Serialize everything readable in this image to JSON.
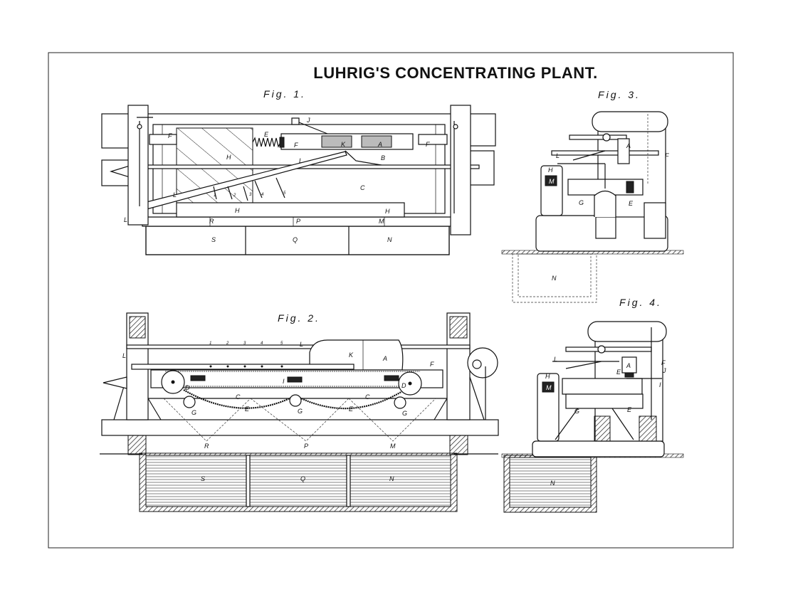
{
  "plate": {
    "title": "LUHRIG'S CONCENTRATING PLANT."
  },
  "figures": {
    "fig1": {
      "label": "Fig. 1.",
      "letters": [
        "F",
        "E",
        "F",
        "K",
        "A",
        "F",
        "J",
        "H",
        "L",
        "B",
        "C",
        "L",
        "L",
        "1",
        "2",
        "3",
        "4",
        "5",
        "H",
        "H",
        "R",
        "P",
        "M",
        "S",
        "Q",
        "N"
      ]
    },
    "fig2": {
      "label": "Fig. 2.",
      "letters": [
        "L",
        "1",
        "2",
        "3",
        "4",
        "5",
        "L",
        "K",
        "A",
        "F",
        "D",
        "I",
        "D",
        "C",
        "C",
        "G",
        "G",
        "G",
        "E",
        "E",
        "R",
        "P",
        "M",
        "S",
        "Q",
        "N"
      ]
    },
    "fig3": {
      "label": "Fig. 3.",
      "letters": [
        "L",
        "A",
        "F",
        "H",
        "M",
        "G",
        "E",
        "N"
      ]
    },
    "fig4": {
      "label": "Fig. 4.",
      "letters": [
        "L",
        "A",
        "F",
        "E",
        "J",
        "H",
        "I",
        "M",
        "G",
        "E",
        "N"
      ]
    }
  },
  "colors": {
    "ink": "#111111",
    "paper": "#ffffff"
  }
}
